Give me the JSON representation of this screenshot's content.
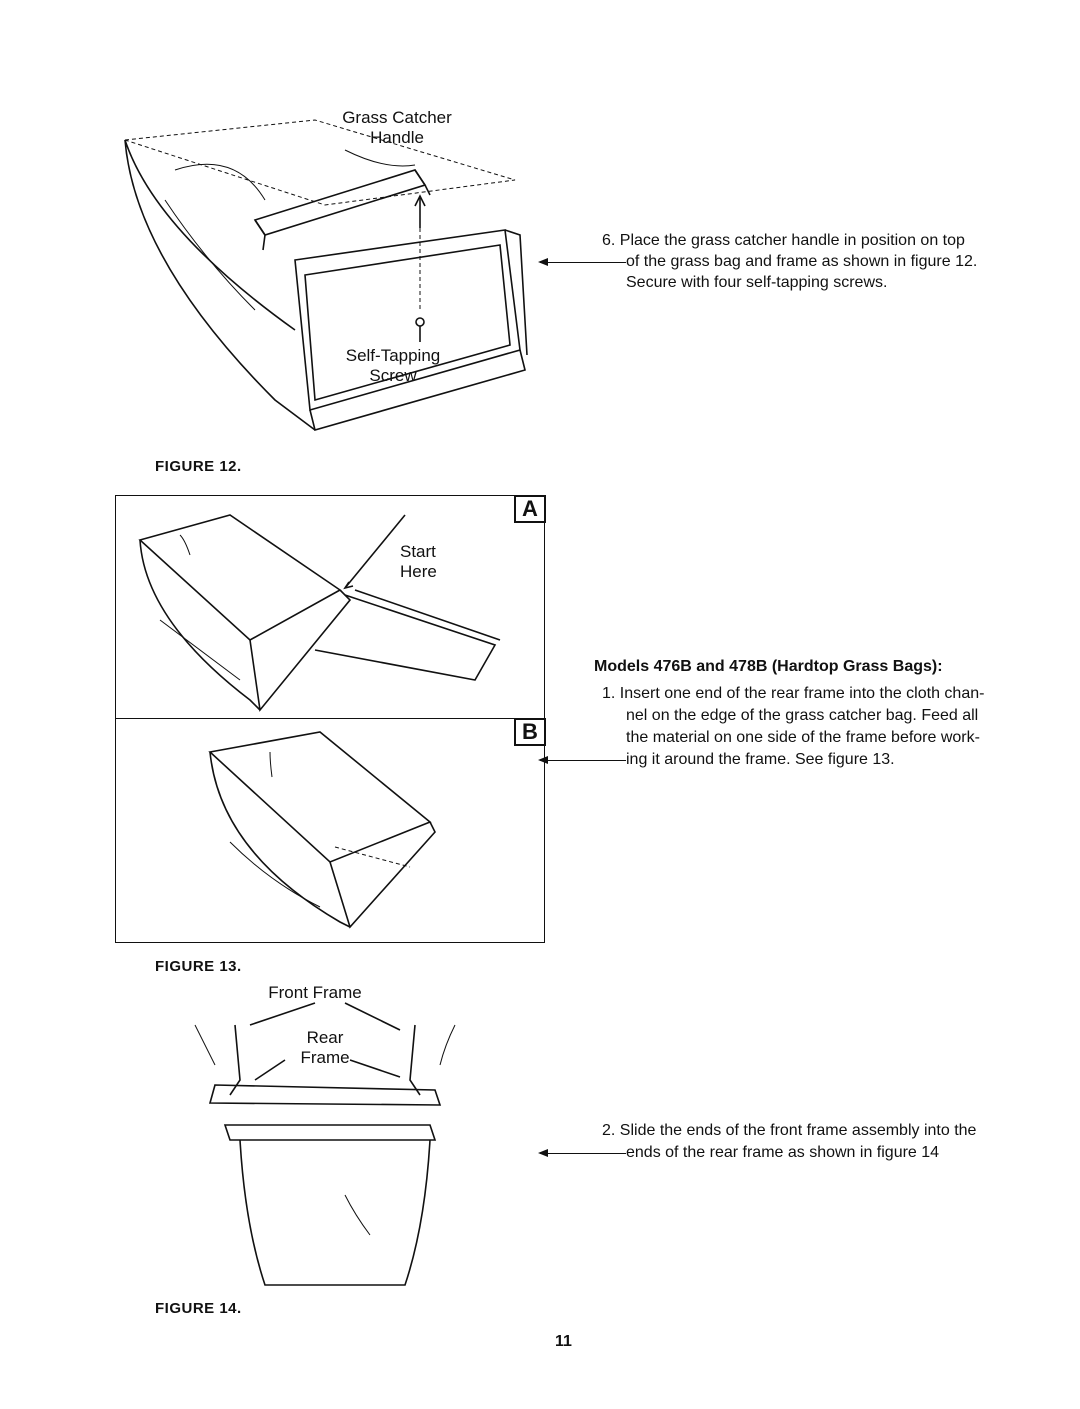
{
  "figure12": {
    "caption": "FIGURE 12.",
    "label_handle_1": "Grass Catcher",
    "label_handle_2": "Handle",
    "label_screw_1": "Self-Tapping",
    "label_screw_2": "Screw"
  },
  "figure13": {
    "caption": "FIGURE 13.",
    "panel_a": "A",
    "panel_b": "B",
    "label_start_1": "Start",
    "label_start_2": "Here"
  },
  "figure14": {
    "caption": "FIGURE 14.",
    "label_front": "Front Frame",
    "label_rear_1": "Rear",
    "label_rear_2": "Frame"
  },
  "steps": {
    "step6_l1": "6. Place the grass catcher handle in position on top",
    "step6_l2": "of the grass bag and frame as shown in figure 12.",
    "step6_l3": "Secure with four self-tapping screws.",
    "models_heading": "Models 476B and 478B (Hardtop Grass Bags):",
    "step1_l1": "1. Insert one end of the rear frame into the cloth chan-",
    "step1_l2": "nel on the edge of the grass catcher bag. Feed all",
    "step1_l3": "the material on one side of the frame before work-",
    "step1_l4": "ing it around the frame. See figure 13.",
    "step2_l1": "2. Slide the ends of the front frame assembly into the",
    "step2_l2": "ends of the rear frame as shown in figure 14"
  },
  "page_number": "11"
}
